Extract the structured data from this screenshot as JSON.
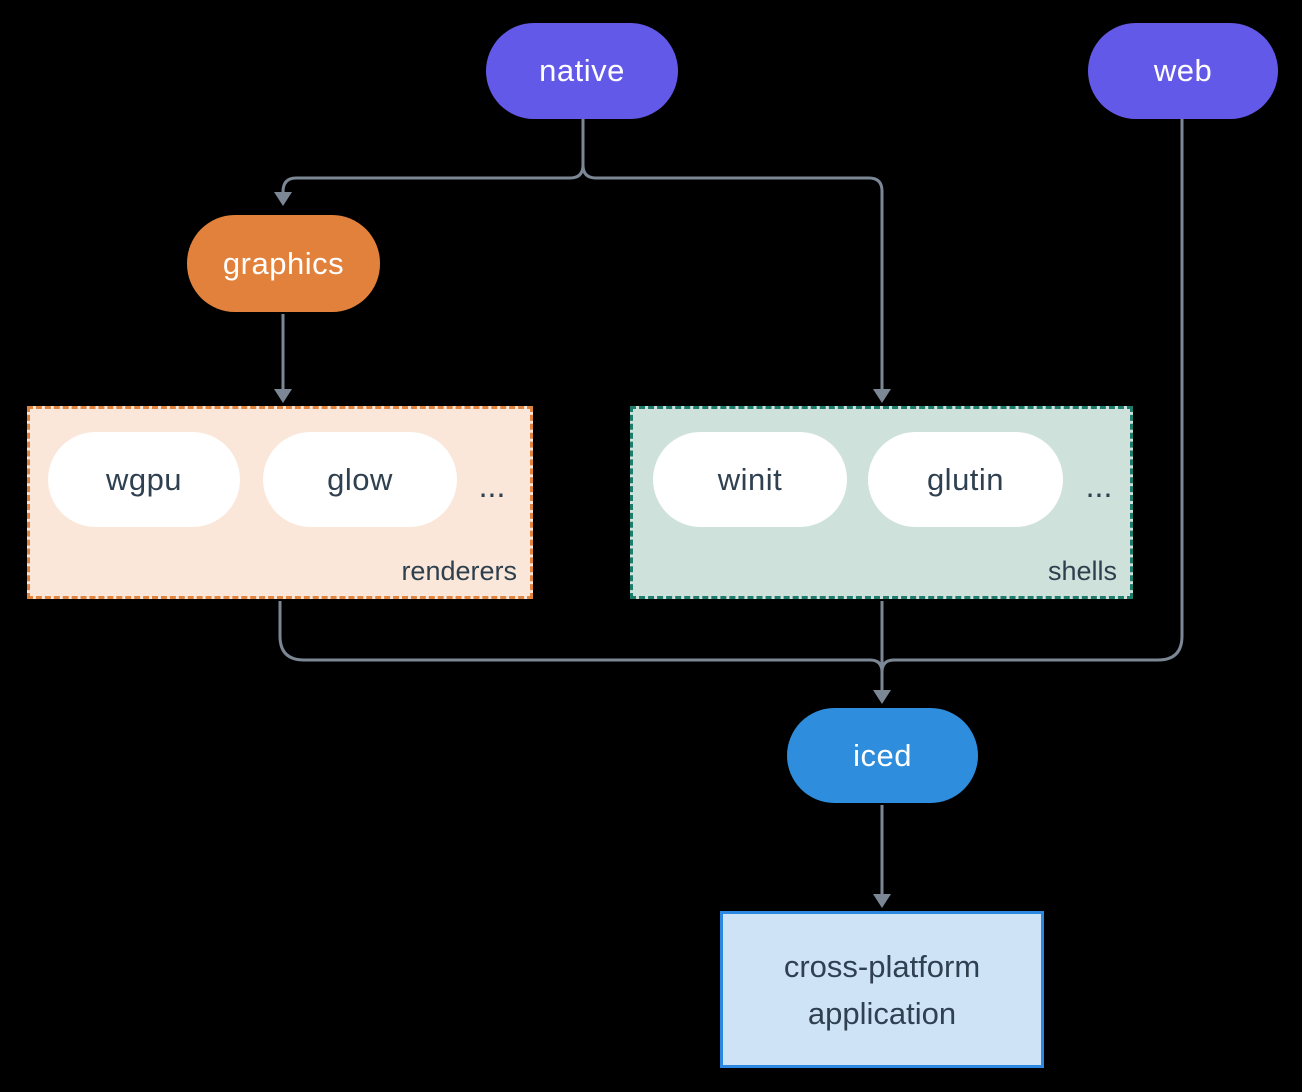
{
  "background": "#000000",
  "connector_color": "#7B8794",
  "nodes": {
    "native": {
      "label": "native",
      "fill": "#6359E8",
      "text_color": "#FFFFFF"
    },
    "web": {
      "label": "web",
      "fill": "#6359E8",
      "text_color": "#FFFFFF"
    },
    "graphics": {
      "label": "graphics",
      "fill": "#E2813B",
      "text_color": "#FFFFFF"
    },
    "iced": {
      "label": "iced",
      "fill": "#2E8DDC",
      "text_color": "#FFFFFF"
    }
  },
  "groups": {
    "renderers": {
      "label": "renderers",
      "ellipsis": "...",
      "fill": "#FAE7D9",
      "border": "#E08440",
      "items": [
        {
          "label": "wgpu"
        },
        {
          "label": "glow"
        }
      ]
    },
    "shells": {
      "label": "shells",
      "ellipsis": "...",
      "fill": "#CEE1DB",
      "border": "#1E7C6C",
      "items": [
        {
          "label": "winit"
        },
        {
          "label": "glutin"
        }
      ]
    }
  },
  "application": {
    "line1": "cross-platform",
    "line2": "application",
    "fill": "#CFE3F7",
    "border": "#2B87E0",
    "text_color": "#2F4050"
  }
}
